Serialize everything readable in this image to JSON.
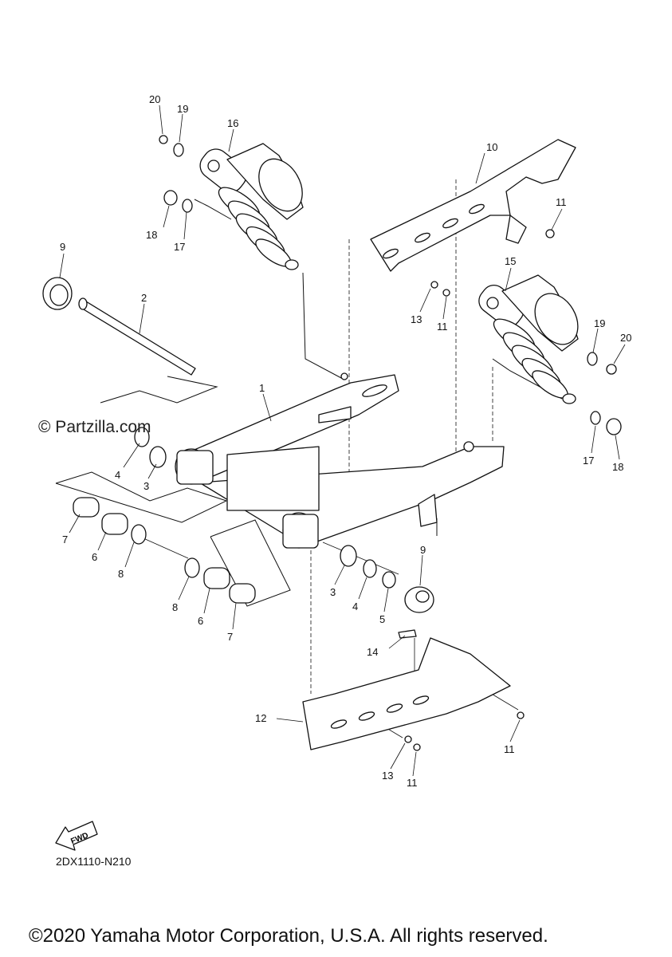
{
  "diagram": {
    "watermark": "© Partzilla.com",
    "fwd_label": "FWD",
    "diagram_code": "2DX1110-N210",
    "copyright": "©2020 Yamaha Motor Corporation, U.S.A. All rights reserved.",
    "callouts": [
      {
        "id": "c20a",
        "label": "20"
      },
      {
        "id": "c19a",
        "label": "19"
      },
      {
        "id": "c16",
        "label": "16"
      },
      {
        "id": "c18a",
        "label": "18"
      },
      {
        "id": "c17a",
        "label": "17"
      },
      {
        "id": "c9a",
        "label": "9"
      },
      {
        "id": "c2",
        "label": "2"
      },
      {
        "id": "c10",
        "label": "10"
      },
      {
        "id": "c11a",
        "label": "11"
      },
      {
        "id": "c15",
        "label": "15"
      },
      {
        "id": "c13a",
        "label": "13"
      },
      {
        "id": "c11b",
        "label": "11"
      },
      {
        "id": "c19b",
        "label": "19"
      },
      {
        "id": "c20b",
        "label": "20"
      },
      {
        "id": "c1",
        "label": "1"
      },
      {
        "id": "c4a",
        "label": "4"
      },
      {
        "id": "c3a",
        "label": "3"
      },
      {
        "id": "c17b",
        "label": "17"
      },
      {
        "id": "c18b",
        "label": "18"
      },
      {
        "id": "c7a",
        "label": "7"
      },
      {
        "id": "c6a",
        "label": "6"
      },
      {
        "id": "c8a",
        "label": "8"
      },
      {
        "id": "c9b",
        "label": "9"
      },
      {
        "id": "c3b",
        "label": "3"
      },
      {
        "id": "c4b",
        "label": "4"
      },
      {
        "id": "c5",
        "label": "5"
      },
      {
        "id": "c8b",
        "label": "8"
      },
      {
        "id": "c6b",
        "label": "6"
      },
      {
        "id": "c7b",
        "label": "7"
      },
      {
        "id": "c14",
        "label": "14"
      },
      {
        "id": "c12",
        "label": "12"
      },
      {
        "id": "c11c",
        "label": "11"
      },
      {
        "id": "c13b",
        "label": "13"
      },
      {
        "id": "c11d",
        "label": "11"
      }
    ]
  }
}
